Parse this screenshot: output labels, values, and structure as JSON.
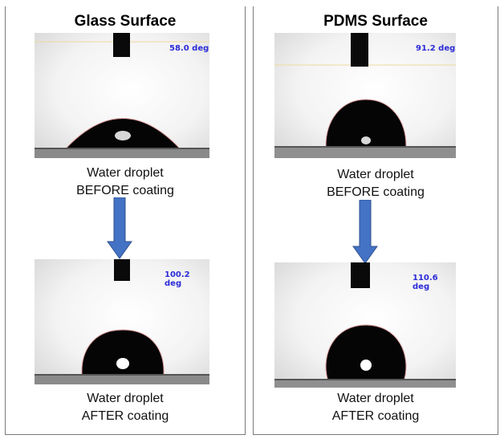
{
  "panels": [
    {
      "title": "Glass Surface",
      "before": {
        "angle_label": "58.0 deg",
        "caption_line1": "Water droplet",
        "caption_line2": "BEFORE coating"
      },
      "after": {
        "angle_label": "100.2 deg",
        "caption_line1": "Water droplet",
        "caption_line2": "AFTER coating"
      }
    },
    {
      "title": "PDMS Surface",
      "before": {
        "angle_label": "91.2 deg",
        "caption_line1": "Water droplet",
        "caption_line2": "BEFORE coating"
      },
      "after": {
        "angle_label": "110.6 deg",
        "caption_line1": "Water droplet",
        "caption_line2": "AFTER coating"
      }
    }
  ],
  "colors": {
    "arrow": "#4472c4",
    "angle_text": "#2b2bd8",
    "droplet": "#050505",
    "contour": "#e0a0a0"
  }
}
